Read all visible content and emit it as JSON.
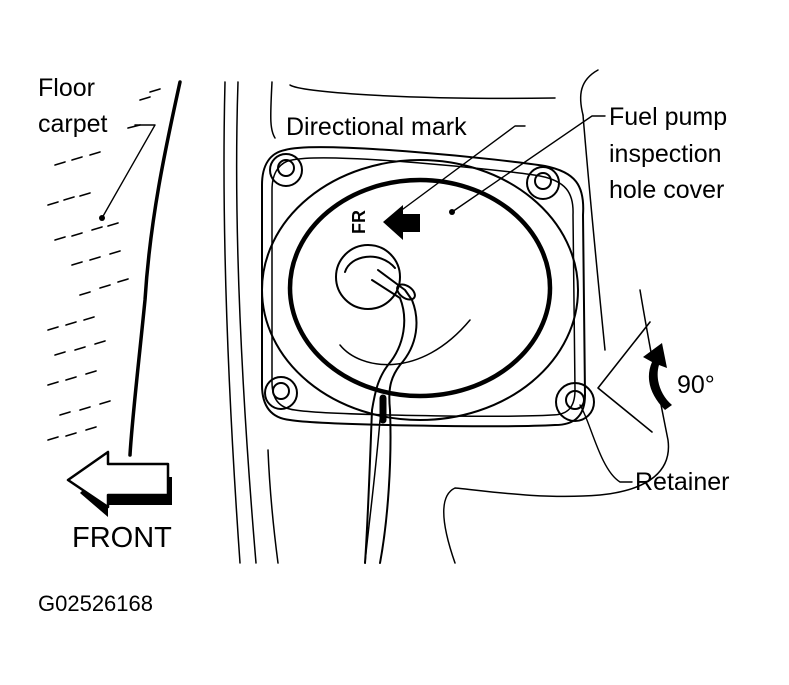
{
  "labels": {
    "floor_carpet_1": "Floor",
    "floor_carpet_2": "carpet",
    "directional_mark": "Directional mark",
    "fuel_pump_1": "Fuel pump",
    "fuel_pump_2": "inspection",
    "fuel_pump_3": "hole cover",
    "fr_mark": "FR",
    "angle": "90°",
    "retainer": "Retainer",
    "front": "FRONT",
    "figure_code": "G02526168"
  }
}
